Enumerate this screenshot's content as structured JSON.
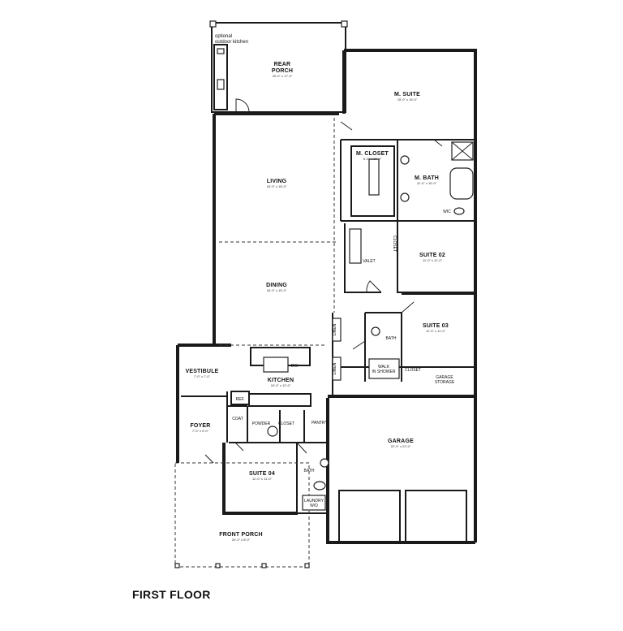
{
  "title": "FIRST FLOOR",
  "notes": {
    "outdoor_kitchen_line1": "optional",
    "outdoor_kitchen_line2": "outdoor kitchen"
  },
  "rooms": {
    "rear_porch": {
      "line1": "REAR",
      "line2": "PORCH",
      "dims": "20'-0\" x 17'-0\""
    },
    "m_suite": {
      "name": "M. SUITE",
      "dims": "15'-0\" x 16'-0\""
    },
    "m_closet": {
      "name": "M. CLOSET",
      "dims": "8'-0\" x 10'-0\""
    },
    "m_bath": {
      "name": "M. BATH",
      "dims": "11'-0\" x 10'-0\""
    },
    "living": {
      "name": "LIVING",
      "dims": "16'-0\" x 18'-0\""
    },
    "dining": {
      "name": "DINING",
      "dims": "16'-0\" x 15'-0\""
    },
    "suite02": {
      "name": "SUITE 02",
      "dims": "11'-0\" x 11'-0\""
    },
    "suite03": {
      "name": "SUITE 03",
      "dims": "11'-0\" x 11'-0\""
    },
    "vestibule": {
      "name": "VESTIBULE",
      "dims": "7'-0\" x 7'-0\""
    },
    "kitchen": {
      "name": "KITCHEN",
      "dims": "16'-0\" x 12'-0\""
    },
    "foyer": {
      "name": "FOYER",
      "dims": "7'-0\" x 9'-0\""
    },
    "garage": {
      "name": "GARAGE",
      "dims": "22'-0\" x 22'-0\""
    },
    "suite04": {
      "name": "SUITE 04",
      "dims": "11'-0\" x 11'-0\""
    },
    "front_porch": {
      "name": "FRONT PORCH",
      "dims": "20'-0\" x 8'-0\""
    }
  },
  "fixture_labels": {
    "wic": "WIC",
    "valet": "VALET",
    "closet": "CLOSET",
    "bath": "BATH",
    "ref": "REF.",
    "dw": "DW",
    "powder": "POWDER",
    "coat": "COAT",
    "pantry": "PANTRY",
    "linen": "LINEN",
    "storage_line1": "GARAGE",
    "storage_line2": "STORAGE",
    "laundry_line1": "LAUNDRY",
    "laundry_line2": "W/D",
    "shower_line1": "WALK",
    "shower_line2": "IN SHOWER"
  }
}
